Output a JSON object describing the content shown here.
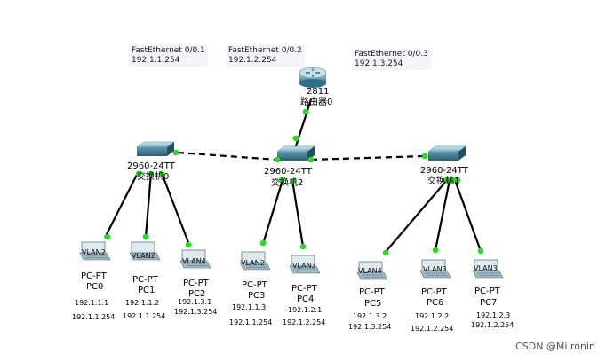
{
  "router": {
    "model": "2811",
    "name": "路由器0"
  },
  "interfaces": [
    {
      "name": "FastEthernet 0/0.1",
      "ip": "192.1.1.254"
    },
    {
      "name": "FastEthernet 0/0.2",
      "ip": "192.1.2.254"
    },
    {
      "name": "FastEthernet 0/0.3",
      "ip": "192.1.3.254"
    }
  ],
  "switches": [
    {
      "model": "2960-24TT",
      "name": "交换机0"
    },
    {
      "model": "2960-24TT",
      "name": "交换机2"
    },
    {
      "model": "2960-24TT",
      "name": "交换机1"
    }
  ],
  "pcs": [
    {
      "vlan": "VLAN2",
      "model": "PC-PT",
      "name": "PC0",
      "ip": "192.1.1.1",
      "gateway": "192.1.1.254"
    },
    {
      "vlan": "VLAN2",
      "model": "PC-PT",
      "name": "PC1",
      "ip": "192.1.1.2",
      "gateway": "192.1.1.254"
    },
    {
      "vlan": "VLAN4",
      "model": "PC-PT",
      "name": "PC2",
      "ip": "192.1.3.1",
      "gateway": "192.1.3.254"
    },
    {
      "vlan": "VLAN2",
      "model": "PC-PT",
      "name": "PC3",
      "ip": "192.1.1.3",
      "gateway": "192.1.1.254"
    },
    {
      "vlan": "VLAN3",
      "model": "PC-PT",
      "name": "PC4",
      "ip": "192.1.2.1",
      "gateway": "192.1.2.254"
    },
    {
      "vlan": "VLAN4",
      "model": "PC-PT",
      "name": "PC5",
      "ip": "192.1.3.2",
      "gateway": "192.1.3.254"
    },
    {
      "vlan": "VLAN3",
      "model": "PC-PT",
      "name": "PC6",
      "ip": "192.1.2.2",
      "gateway": "192.1.2.254"
    },
    {
      "vlan": "VLAN3",
      "model": "PC-PT",
      "name": "PC7",
      "ip": "192.1.2.3",
      "gateway": "192.1.2.254"
    }
  ],
  "colors": {
    "link": "#000000",
    "port": "#22dd22",
    "device": "#4f8fa6"
  },
  "watermark": "CSDN @Mi ronin"
}
